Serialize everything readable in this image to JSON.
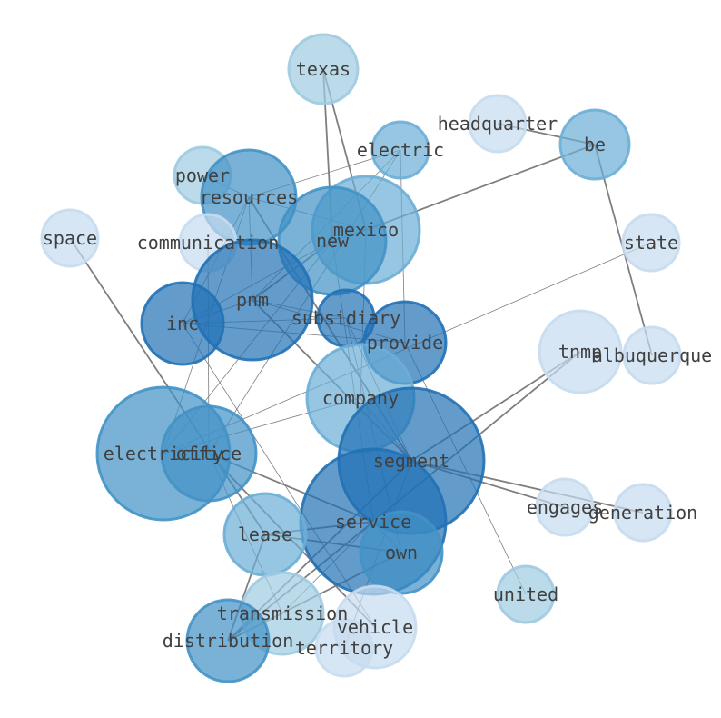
{
  "graph": {
    "nodes": [
      {
        "id": "texas",
        "label": "texas",
        "weight": 2,
        "color": "#9ecae1"
      },
      {
        "id": "headquarter",
        "label": "headquarter",
        "weight": 1,
        "color": "#c6dbef"
      },
      {
        "id": "be",
        "label": "be",
        "weight": 2,
        "color": "#6baed6"
      },
      {
        "id": "electric",
        "label": "electric",
        "weight": 1,
        "color": "#6baed6"
      },
      {
        "id": "power",
        "label": "power",
        "weight": 1,
        "color": "#9ecae1"
      },
      {
        "id": "resources",
        "label": "resources",
        "weight": 4,
        "color": "#4292c6"
      },
      {
        "id": "mexico",
        "label": "mexico",
        "weight": 5,
        "color": "#6baed6"
      },
      {
        "id": "new",
        "label": "new",
        "weight": 5,
        "color": "#4292c6"
      },
      {
        "id": "space",
        "label": "space",
        "weight": 1,
        "color": "#c6dbef"
      },
      {
        "id": "communication",
        "label": "communication",
        "weight": 1,
        "color": "#c6dbef"
      },
      {
        "id": "state",
        "label": "state",
        "weight": 1,
        "color": "#c6dbef"
      },
      {
        "id": "pnm",
        "label": "pnm",
        "weight": 6,
        "color": "#2171b5"
      },
      {
        "id": "inc",
        "label": "inc",
        "weight": 3,
        "color": "#2171b5"
      },
      {
        "id": "subsidiary",
        "label": "subsidiary",
        "weight": 1,
        "color": "#2171b5"
      },
      {
        "id": "provide",
        "label": "provide",
        "weight": 3,
        "color": "#2171b5"
      },
      {
        "id": "tnmp",
        "label": "tnmp",
        "weight": 3,
        "color": "#c6dbef"
      },
      {
        "id": "albuquerque",
        "label": "albuquerque",
        "weight": 1,
        "color": "#c6dbef"
      },
      {
        "id": "company",
        "label": "company",
        "weight": 5,
        "color": "#6baed6"
      },
      {
        "id": "electricity",
        "label": "electricity",
        "weight": 7,
        "color": "#4292c6"
      },
      {
        "id": "office",
        "label": "office",
        "weight": 4,
        "color": "#4292c6"
      },
      {
        "id": "segment",
        "label": "segment",
        "weight": 8,
        "color": "#2171b5"
      },
      {
        "id": "engages",
        "label": "engages",
        "weight": 1,
        "color": "#c6dbef"
      },
      {
        "id": "generation",
        "label": "generation",
        "weight": 1,
        "color": "#c6dbef"
      },
      {
        "id": "service",
        "label": "service",
        "weight": 8,
        "color": "#2171b5"
      },
      {
        "id": "lease",
        "label": "lease",
        "weight": 3,
        "color": "#6baed6"
      },
      {
        "id": "own",
        "label": "own",
        "weight": 3,
        "color": "#4292c6"
      },
      {
        "id": "united",
        "label": "united",
        "weight": 1,
        "color": "#9ecae1"
      },
      {
        "id": "transmission",
        "label": "transmission",
        "weight": 3,
        "color": "#9ecae1"
      },
      {
        "id": "vehicle",
        "label": "vehicle",
        "weight": 3,
        "color": "#c6dbef"
      },
      {
        "id": "distribution",
        "label": "distribution",
        "weight": 3,
        "color": "#4292c6"
      },
      {
        "id": "territory",
        "label": "territory",
        "weight": 1,
        "color": "#c6dbef"
      }
    ],
    "edges": [
      {
        "source": "texas",
        "target": "new",
        "weight": 2
      },
      {
        "source": "texas",
        "target": "mexico",
        "weight": 2
      },
      {
        "source": "headquarter",
        "target": "be",
        "weight": 2
      },
      {
        "source": "be",
        "target": "albuquerque",
        "weight": 2
      },
      {
        "source": "be",
        "target": "mexico",
        "weight": 2
      },
      {
        "source": "electric",
        "target": "resources",
        "weight": 1
      },
      {
        "source": "electric",
        "target": "pnm",
        "weight": 1
      },
      {
        "source": "electric",
        "target": "provide",
        "weight": 1
      },
      {
        "source": "electric",
        "target": "office",
        "weight": 1
      },
      {
        "source": "power",
        "target": "resources",
        "weight": 1
      },
      {
        "source": "resources",
        "target": "pnm",
        "weight": 1
      },
      {
        "source": "resources",
        "target": "segment",
        "weight": 2
      },
      {
        "source": "resources",
        "target": "inc",
        "weight": 1
      },
      {
        "source": "resources",
        "target": "mexico",
        "weight": 1
      },
      {
        "source": "resources",
        "target": "electricity",
        "weight": 1
      },
      {
        "source": "mexico",
        "target": "company",
        "weight": 1
      },
      {
        "source": "mexico",
        "target": "new",
        "weight": 2
      },
      {
        "source": "new",
        "target": "pnm",
        "weight": 2
      },
      {
        "source": "new",
        "target": "inc",
        "weight": 1
      },
      {
        "source": "new",
        "target": "service",
        "weight": 1
      },
      {
        "source": "new",
        "target": "electricity",
        "weight": 1
      },
      {
        "source": "communication",
        "target": "office",
        "weight": 1
      },
      {
        "source": "space",
        "target": "lease",
        "weight": 2
      },
      {
        "source": "state",
        "target": "electricity",
        "weight": 1
      },
      {
        "source": "pnm",
        "target": "inc",
        "weight": 1
      },
      {
        "source": "pnm",
        "target": "provide",
        "weight": 1
      },
      {
        "source": "pnm",
        "target": "segment",
        "weight": 2
      },
      {
        "source": "pnm",
        "target": "subsidiary",
        "weight": 1
      },
      {
        "source": "inc",
        "target": "subsidiary",
        "weight": 1
      },
      {
        "source": "inc",
        "target": "provide",
        "weight": 1
      },
      {
        "source": "inc",
        "target": "vehicle",
        "weight": 1
      },
      {
        "source": "subsidiary",
        "target": "segment",
        "weight": 1
      },
      {
        "source": "subsidiary",
        "target": "own",
        "weight": 1
      },
      {
        "source": "provide",
        "target": "united",
        "weight": 1
      },
      {
        "source": "tnmp",
        "target": "segment",
        "weight": 2
      },
      {
        "source": "tnmp",
        "target": "service",
        "weight": 2
      },
      {
        "source": "company",
        "target": "electricity",
        "weight": 1
      },
      {
        "source": "company",
        "target": "segment",
        "weight": 1
      },
      {
        "source": "office",
        "target": "service",
        "weight": 2
      },
      {
        "source": "office",
        "target": "vehicle",
        "weight": 2
      },
      {
        "source": "office",
        "target": "transmission",
        "weight": 1
      },
      {
        "source": "segment",
        "target": "engages",
        "weight": 2
      },
      {
        "source": "segment",
        "target": "generation",
        "weight": 2
      },
      {
        "source": "segment",
        "target": "distribution",
        "weight": 2
      },
      {
        "source": "segment",
        "target": "territory",
        "weight": 1
      },
      {
        "source": "service",
        "target": "lease",
        "weight": 2
      },
      {
        "source": "service",
        "target": "distribution",
        "weight": 2
      },
      {
        "source": "service",
        "target": "own",
        "weight": 1
      },
      {
        "source": "lease",
        "target": "own",
        "weight": 2
      },
      {
        "source": "lease",
        "target": "distribution",
        "weight": 2
      },
      {
        "source": "own",
        "target": "distribution",
        "weight": 2
      },
      {
        "source": "transmission",
        "target": "service",
        "weight": 1
      },
      {
        "source": "distribution",
        "target": "transmission",
        "weight": 1
      }
    ]
  }
}
